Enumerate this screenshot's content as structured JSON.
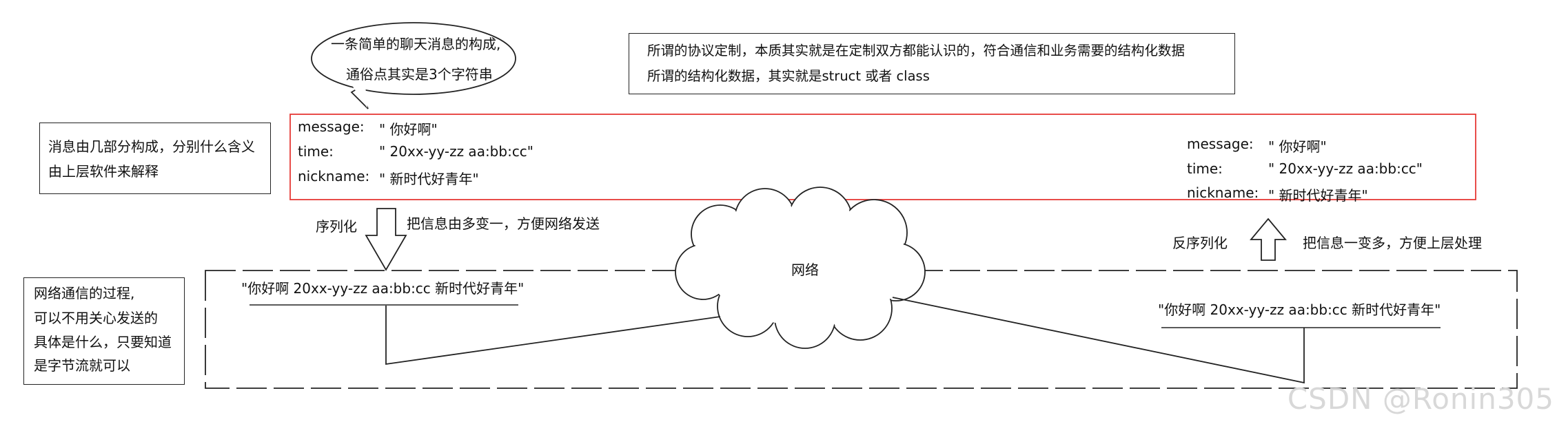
{
  "bubble": {
    "line1": "一条简单的聊天消息的构成,",
    "line2": "通俗点其实是3个字符串"
  },
  "protocol_note": {
    "line1": "所谓的协议定制，本质其实就是在定制双方都能认识的，符合通信和业务需要的结构化数据",
    "line2": "所谓的结构化数据，其实就是struct 或者 class"
  },
  "message_parts_note": {
    "line1": "消息由几部分构成，分别什么含义",
    "line2": "由上层软件来解释"
  },
  "network_note": {
    "line1": "网络通信的过程,",
    "line2": "可以不用关心发送的",
    "line3": "具体是什么，只要知道",
    "line4": "是字节流就可以"
  },
  "structured_left": {
    "message_key": "message:",
    "message_val": "\" 你好啊\"",
    "time_key": "time:",
    "time_val": "\" 20xx-yy-zz aa:bb:cc\"",
    "nickname_key": "nickname:",
    "nickname_val": "\" 新时代好青年\""
  },
  "structured_right": {
    "message_key": "message:",
    "message_val": "\" 你好啊\"",
    "time_key": "time:",
    "time_val": "\" 20xx-yy-zz aa:bb:cc\"",
    "nickname_key": "nickname:",
    "nickname_val": "\" 新时代好青年\""
  },
  "serialize": {
    "label": "序列化",
    "desc": "把信息由多变一，方便网络发送"
  },
  "deserialize": {
    "label": "反序列化",
    "desc": "把信息一变多，方便上层处理"
  },
  "network": {
    "label": "网络"
  },
  "bytestream_left": "\"你好啊 20xx-yy-zz aa:bb:cc 新时代好青年\"",
  "bytestream_right": "\"你好啊 20xx-yy-zz aa:bb:cc 新时代好青年\"",
  "watermark": "CSDN @Ronin305",
  "colors": {
    "struct_border": "#e53935",
    "stroke": "#222222",
    "watermark": "#d8d8d8"
  }
}
